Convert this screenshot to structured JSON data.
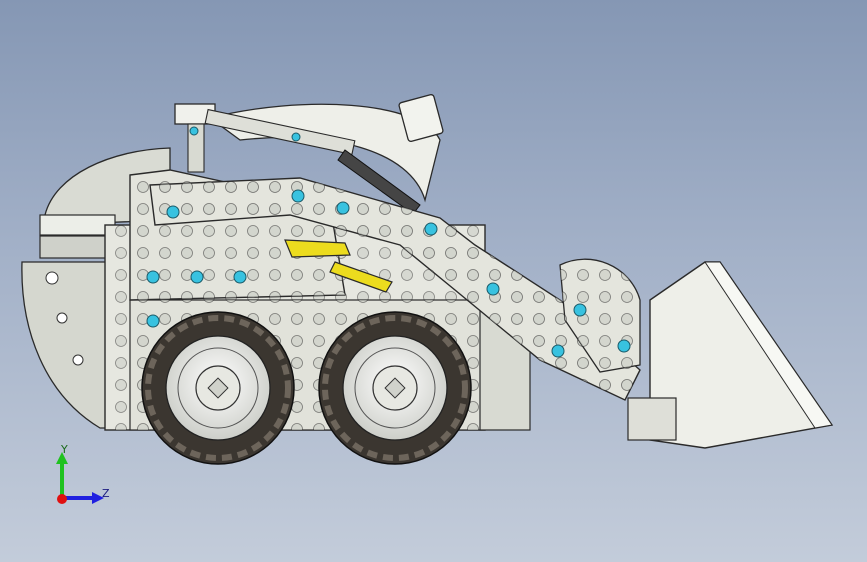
{
  "viewport": {
    "background_top": "#8597b4",
    "background_bottom": "#c3ccda"
  },
  "model": {
    "icon": "skid-steer-loader-model",
    "part_color": "#e3e4dc",
    "outline_color": "#2a2a2a",
    "hole_accent": "#38c2e0",
    "hydraulic_color": "#ecdc1e",
    "tire_color": "#3b3630"
  },
  "triad": {
    "y_label": "Y",
    "z_label": "Z",
    "y_color": "#1fc21f",
    "z_color": "#2020e0",
    "x_color": "#e01010"
  }
}
